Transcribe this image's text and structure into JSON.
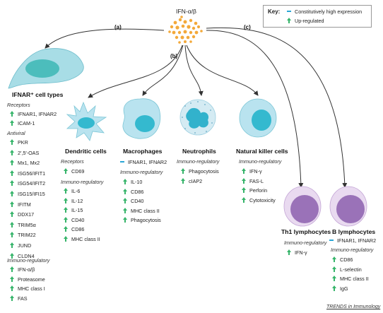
{
  "title": "IFN-α/β",
  "branch_labels": {
    "a": "(a)",
    "b": "(b)",
    "c": "(c)"
  },
  "key": {
    "title": "Key:",
    "constitutive": "Constitutively high expression",
    "upregulated": "Up-regulated",
    "colors": {
      "constitutive": "#2aa6d6",
      "upregulated": "#36b46a"
    }
  },
  "ifnar": {
    "title": "IFNAR⁺ cell types",
    "receptors_label": "Receptors",
    "receptors": [
      "IFNAR1, IFNAR2",
      "ICAM-1"
    ],
    "antiviral_label": "Antiviral",
    "antiviral": [
      "PKR",
      "2′,5′-OAS",
      "Mx1, Mx2",
      "ISG56/IFIT1",
      "ISG54/IFIT2",
      "ISG15/IFI15",
      "IFITM",
      "DDX17",
      "TRIM5α",
      "TRIM22",
      "JUND",
      "CLDN4"
    ],
    "immuno_label": "Immuno-regulatory",
    "immuno": [
      "IFN-α/β",
      "Proteasome",
      "MHC class I",
      "FAS"
    ]
  },
  "dendritic": {
    "title": "Dendritic cells",
    "receptors_label": "Receptors",
    "receptors": [
      "CD69"
    ],
    "immuno_label": "Immuno-regulatory",
    "immuno": [
      "IL-6",
      "IL-12",
      "IL-15",
      "CD40",
      "CD86",
      "MHC class II"
    ]
  },
  "macrophages": {
    "title": "Macrophages",
    "constitutive": "IFNAR1, IFNAR2",
    "immuno_label": "Immuno-regulatory",
    "immuno": [
      "IL-10",
      "CD86",
      "CD40",
      "MHC class II",
      "Phagocytosis"
    ]
  },
  "neutrophils": {
    "title": "Neutrophils",
    "immuno_label": "Immuno-regulatory",
    "immuno": [
      "Phagocytosis",
      "cIAP2"
    ]
  },
  "nk": {
    "title": "Natural killer cells",
    "immuno_label": "Immuno-regulatory",
    "immuno": [
      "IFN-γ",
      "FAS-L",
      "Perforin",
      "Cytotoxicity"
    ]
  },
  "th1": {
    "title": "Th1 lymphocytes",
    "immuno_label": "Immuno-regulatory",
    "immuno": [
      "IFN-γ"
    ]
  },
  "b": {
    "title": "B lymphocytes",
    "constitutive": "IFNAR1, IFNAR2",
    "immuno_label": "Immuno-regulatory",
    "immuno": [
      "CD86",
      "L-selectin",
      "MHC class II",
      "IgG"
    ]
  },
  "credit": "TRENDS in Immunology"
}
